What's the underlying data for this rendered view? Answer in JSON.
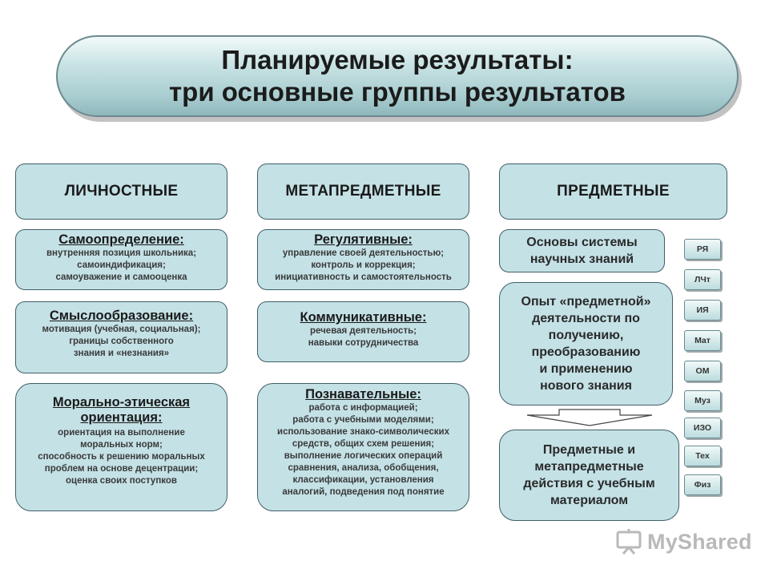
{
  "title": {
    "line1": "Планируемые результаты:",
    "line2": "три основные группы результатов"
  },
  "columns": {
    "personal": {
      "header": "ЛИЧНОСТНЫЕ",
      "boxes": [
        {
          "title": "Самоопределение:",
          "lines": [
            "внутренняя позиция школьника;",
            "самоиндификация;",
            "самоуважение и самооценка"
          ]
        },
        {
          "title": "Смыслообразование:",
          "lines": [
            "мотивация (учебная, социальная);",
            "границы собственного",
            "знания и «незнания»"
          ]
        },
        {
          "title1": "Морально-этическая",
          "title2": "ориентация:",
          "lines": [
            "ориентация на выполнение",
            "моральных норм;",
            "способность к решению моральных",
            "проблем на основе децентрации;",
            "оценка своих поступков"
          ]
        }
      ]
    },
    "meta": {
      "header": "МЕТАПРЕДМЕТНЫЕ",
      "boxes": [
        {
          "title": "Регулятивные:",
          "lines": [
            "управление своей деятельностью;",
            "контроль и коррекция;",
            "инициативность и самостоятельность"
          ]
        },
        {
          "title": "Коммуникативные:",
          "lines": [
            "речевая деятельность;",
            "навыки сотрудничества"
          ]
        },
        {
          "title": "Познавательные:",
          "lines": [
            "работа с информацией;",
            "работа с учебными моделями;",
            "использование знако-символических",
            "средств, общих схем решения;",
            "выполнение логических операций",
            "сравнения, анализа, обобщения,",
            "классификации, установления",
            "аналогий, подведения под понятие"
          ]
        }
      ]
    },
    "subject": {
      "header": "ПРЕДМЕТНЫЕ",
      "box1": [
        "Основы системы",
        "научных знаний"
      ],
      "box2": [
        "Опыт «предметной»",
        "деятельности по",
        "получению,",
        "преобразованию",
        "и применению",
        "нового знания"
      ],
      "box3": [
        "Предметные и",
        "метапредметные",
        "действия с учебным",
        "материалом"
      ]
    }
  },
  "subjects": [
    "РЯ",
    "ЛЧт",
    "ИЯ",
    "Мат",
    "ОМ",
    "Муз",
    "ИЗО",
    "Тех",
    "Физ"
  ],
  "watermark": "MyShared"
}
